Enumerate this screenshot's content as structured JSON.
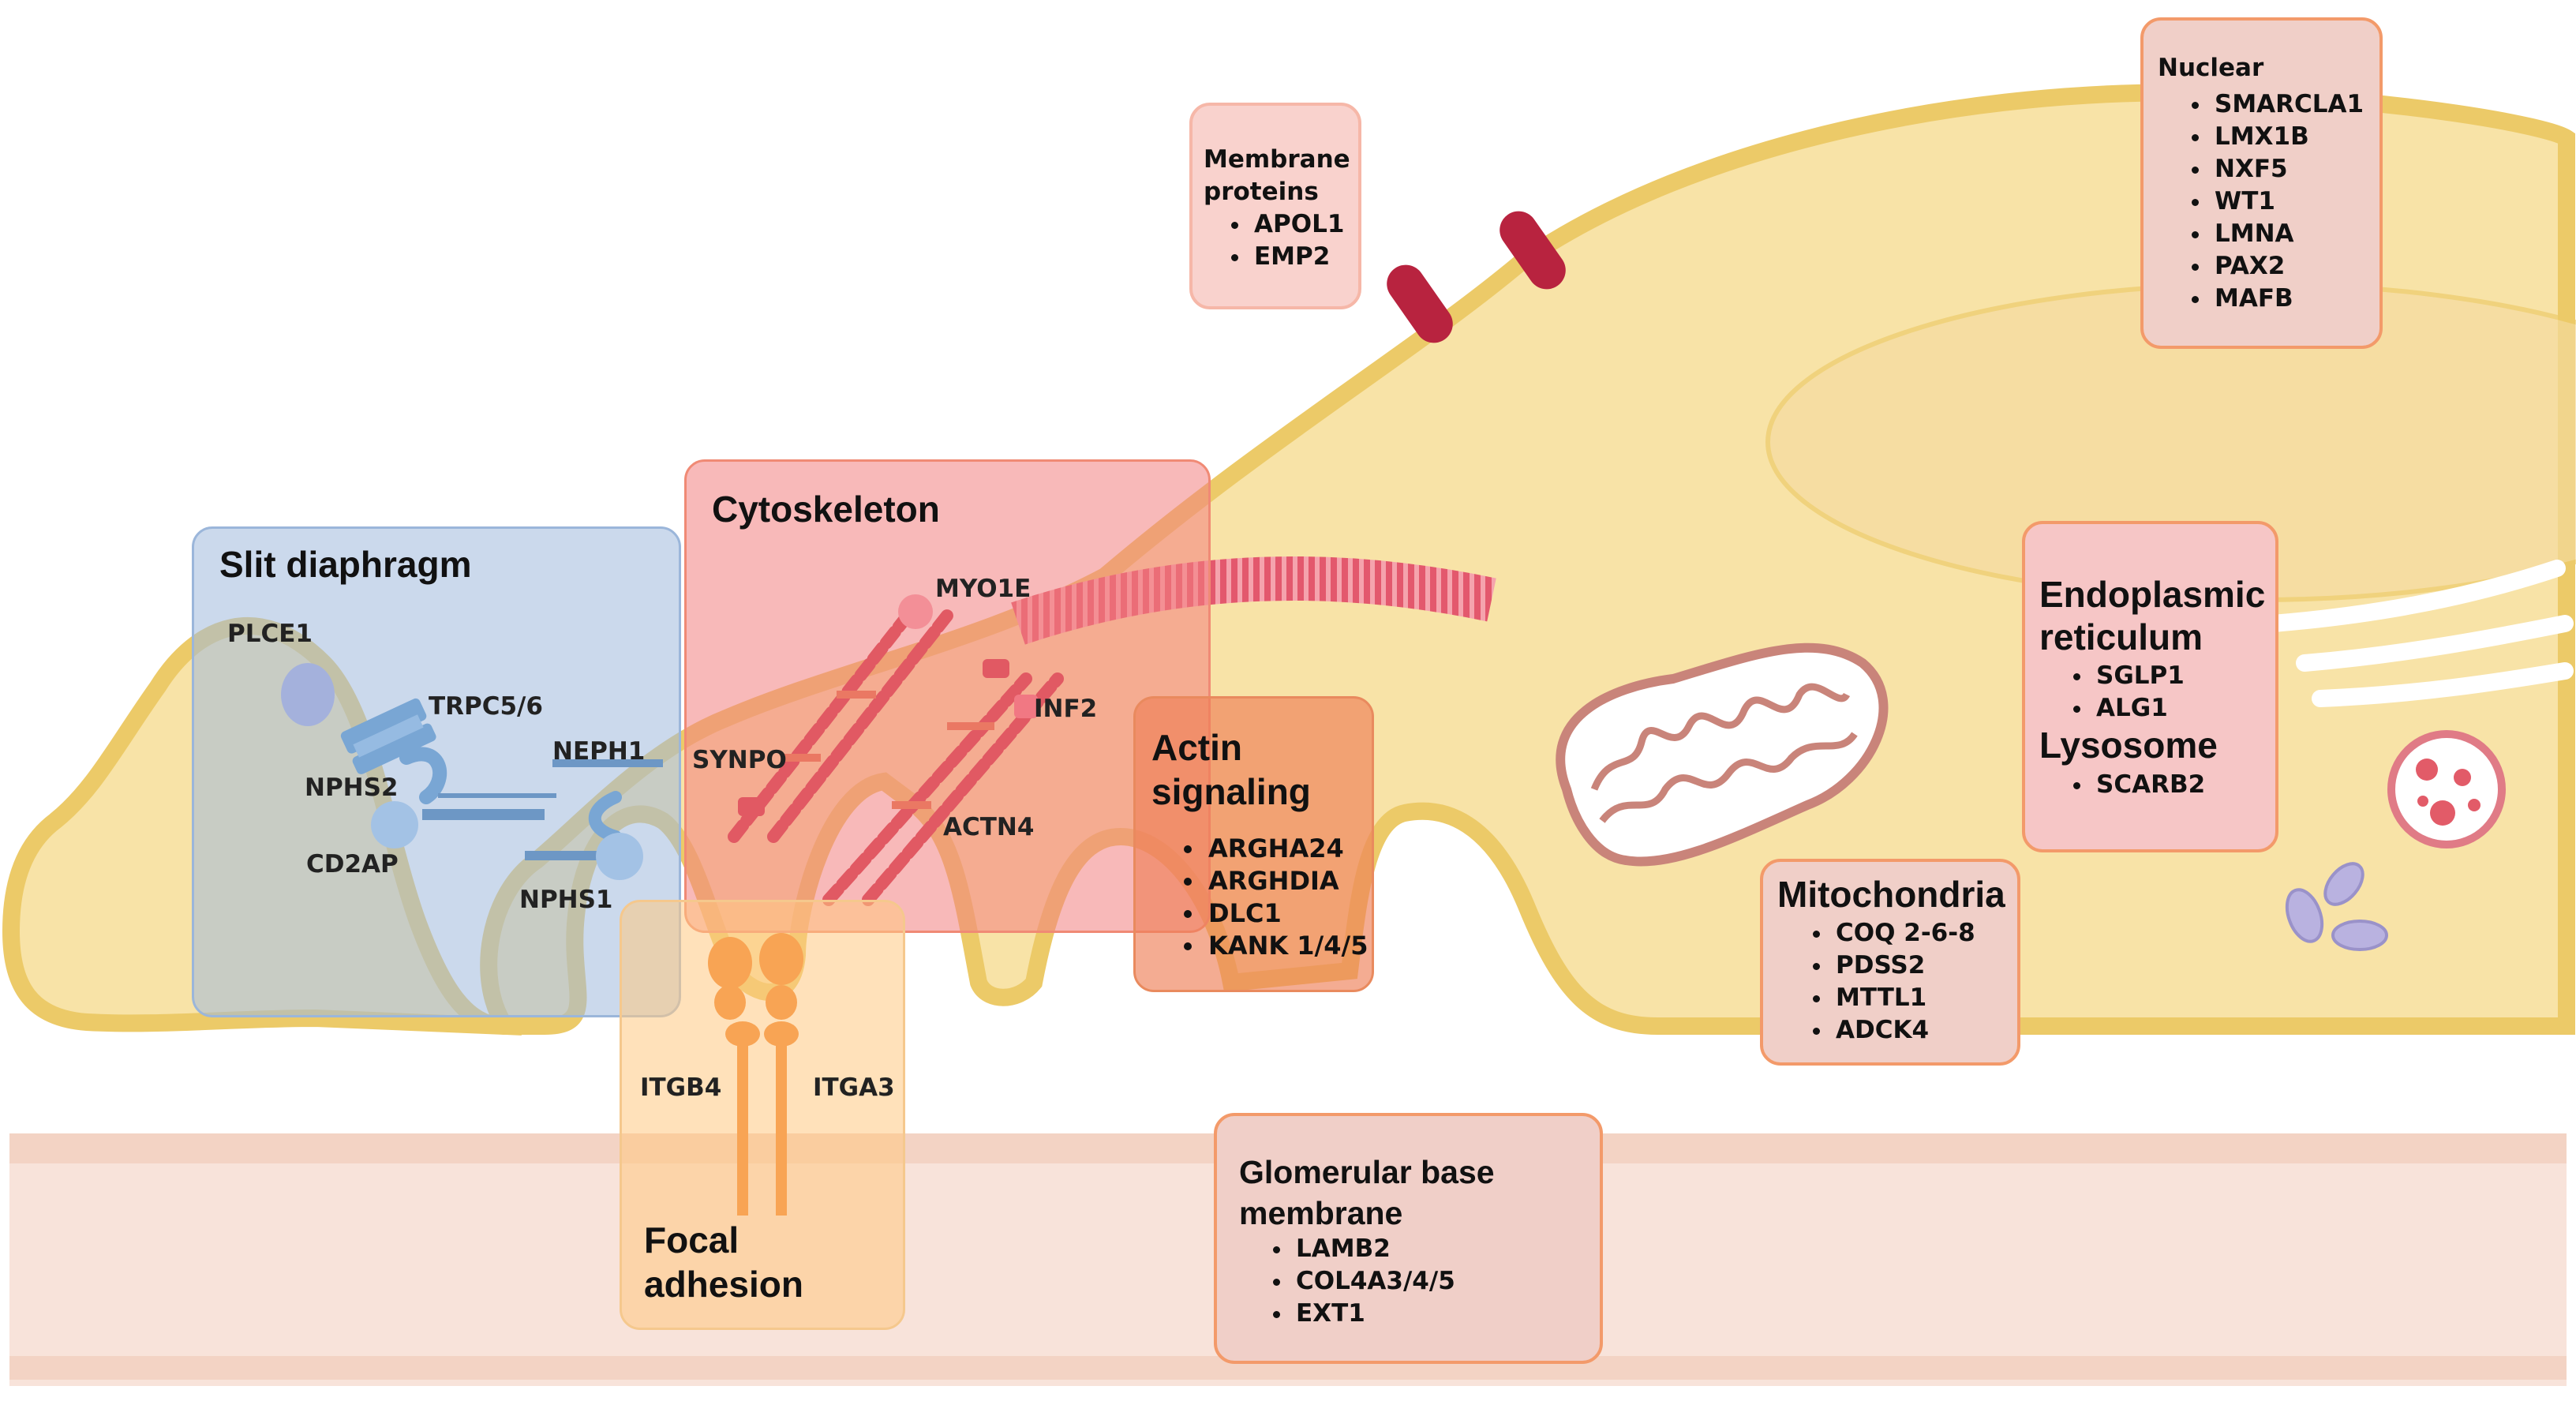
{
  "colors": {
    "cell_fill": "#f8e3a7",
    "cell_outline": "#ecca68",
    "gbm_band": "#f3d3c4",
    "gbm_bg": "#f8e3da",
    "channel": "#b8233f",
    "slit_box": "#b8cde6",
    "cyto_box": "#f3a0a0",
    "actin_box": "#f0a07a",
    "focal_box": "#ffd9a3",
    "pink_box": "#f8c8c8",
    "box_border": "#f08a55"
  },
  "boxes": {
    "membrane": {
      "title": "Membrane proteins",
      "items": [
        "APOL1",
        "EMP2"
      ]
    },
    "nuclear": {
      "title": "Nuclear",
      "items": [
        "SMARCLA1",
        "LMX1B",
        "NXF5",
        "WT1",
        "LMNA",
        "PAX2",
        "MAFB"
      ]
    },
    "slit": {
      "title": "Slit diaphragm"
    },
    "cyto": {
      "title": "Cytoskeleton"
    },
    "actin": {
      "title": "Actin signaling",
      "items": [
        "ARGHA24",
        "ARGHDIA",
        "DLC1",
        "KANK 1/4/5"
      ]
    },
    "er": {
      "title": "Endoplasmic reticulum",
      "items": [
        "SGLP1",
        "ALG1"
      ]
    },
    "lysosome": {
      "title": "Lysosome",
      "items": [
        "SCARB2"
      ]
    },
    "mito": {
      "title": "Mitochondria",
      "items": [
        "COQ 2-6-8",
        "PDSS2",
        "MTTL1",
        "ADCK4"
      ]
    },
    "focal": {
      "title": "Focal adhesion"
    },
    "gbm": {
      "title": "Glomerular base membrane",
      "items": [
        "LAMB2",
        "COL4A3/4/5",
        "EXT1"
      ]
    }
  },
  "labels": {
    "plce1": "PLCE1",
    "trpc": "TRPC5/6",
    "nphs2": "NPHS2",
    "cd2ap": "CD2AP",
    "neph1": "NEPH1",
    "nphs1": "NPHS1",
    "myo1e": "MYO1E",
    "synpo": "SYNPO",
    "inf2": "INF2",
    "actn4": "ACTN4",
    "itgb4": "ITGB4",
    "itga3": "ITGA3"
  }
}
